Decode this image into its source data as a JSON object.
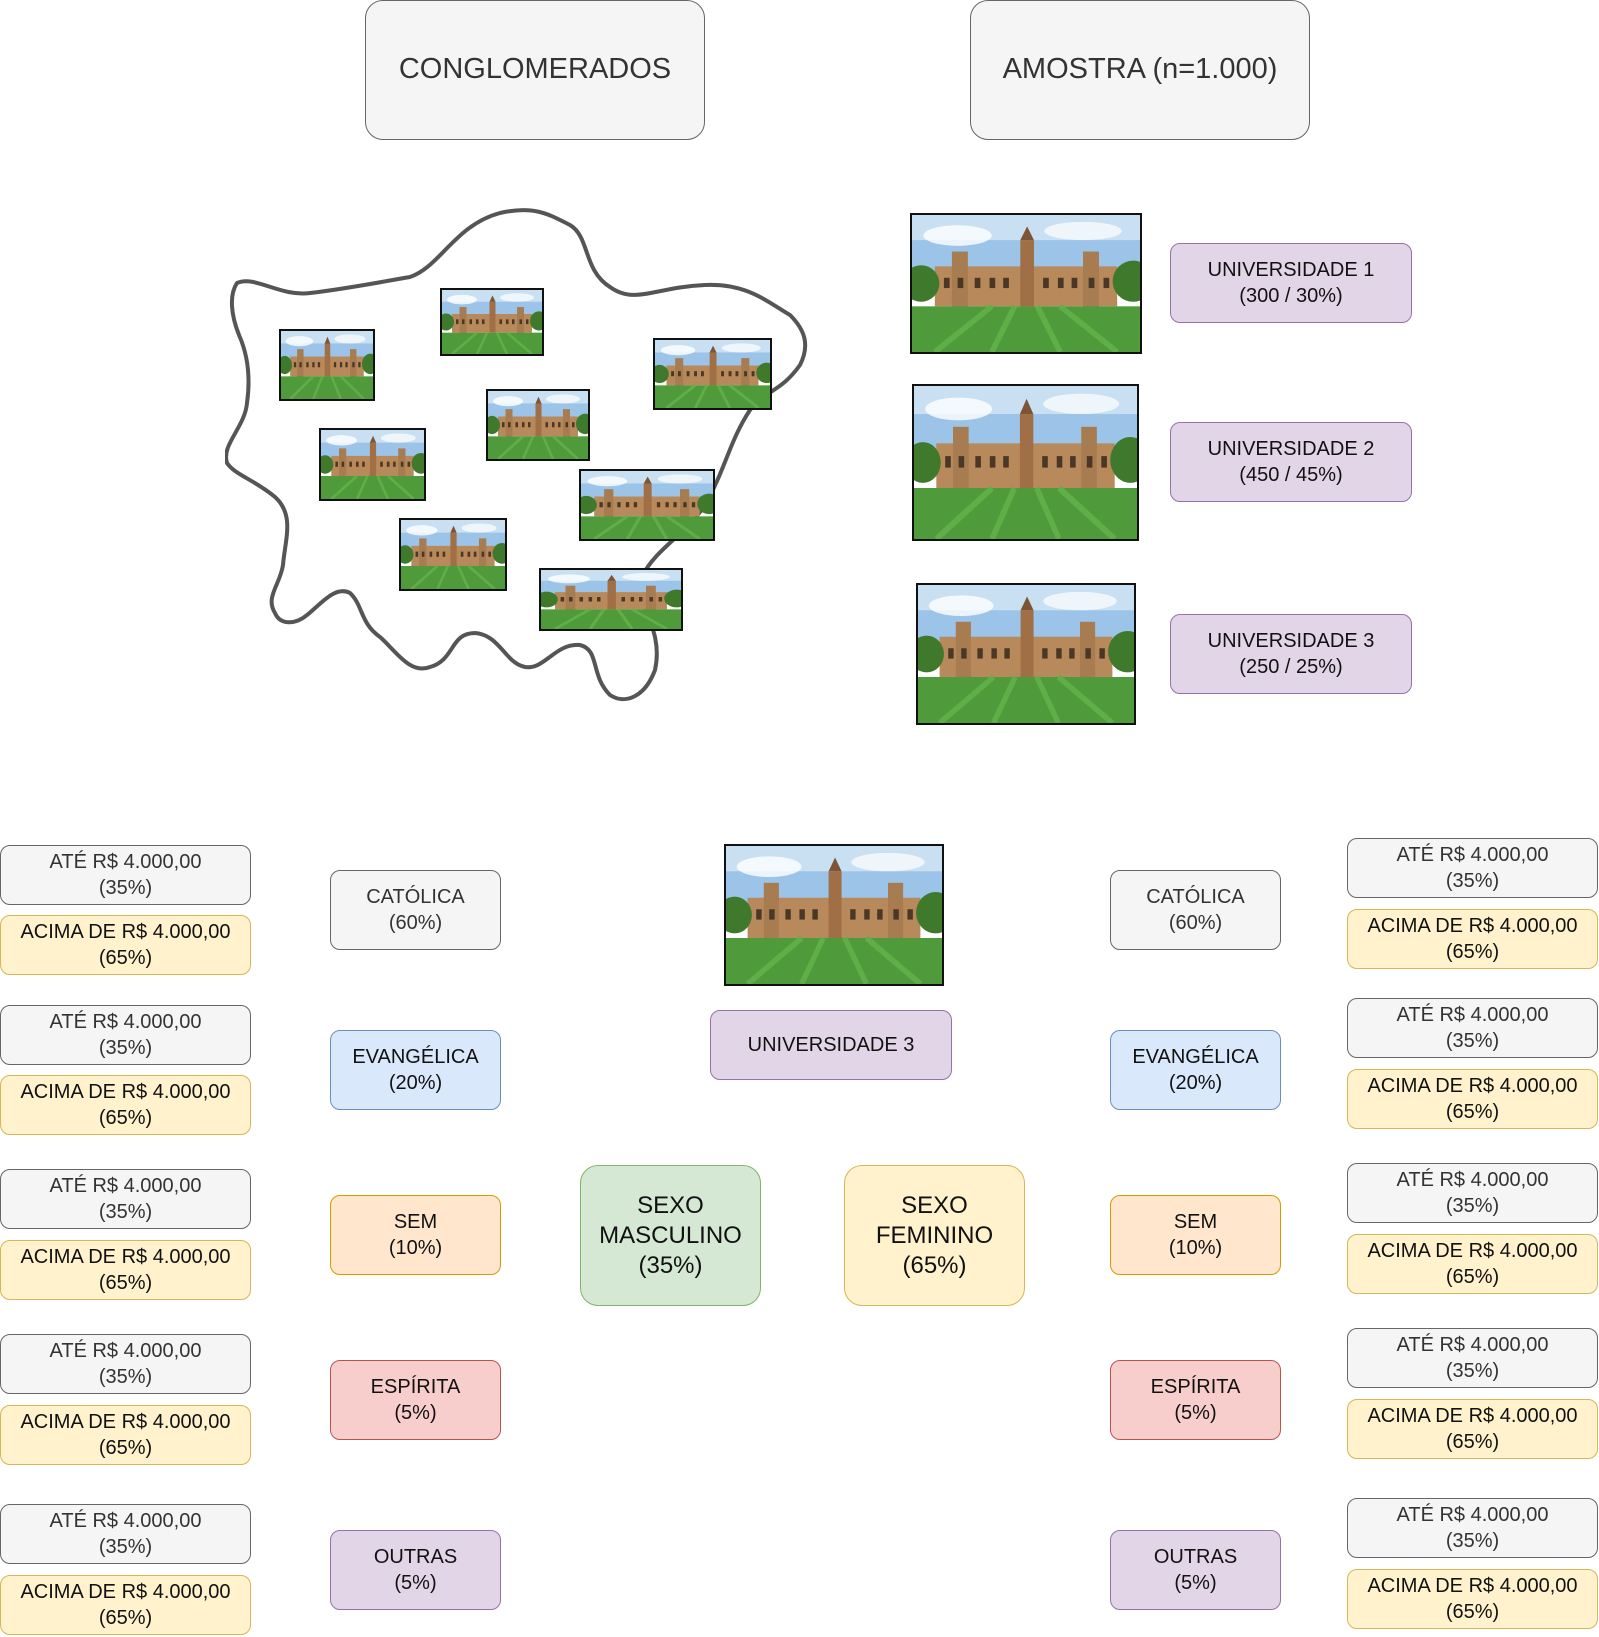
{
  "headers": {
    "conglomerados": "CONGLOMERADOS",
    "amostra": "AMOSTRA (n=1.000)"
  },
  "universities": [
    {
      "name": "UNIVERSIDADE 1",
      "detail": "(300 / 30%)"
    },
    {
      "name": "UNIVERSIDADE 2",
      "detail": "(450 / 45%)"
    },
    {
      "name": "UNIVERSIDADE 3",
      "detail": "(250 / 25%)"
    }
  ],
  "selected_university": "UNIVERSIDADE 3",
  "sexo": {
    "masculino": {
      "line1": "SEXO",
      "line2": "MASCULINO",
      "pct": "(35%)"
    },
    "feminino": {
      "line1": "SEXO",
      "line2": "FEMININO",
      "pct": "(65%)"
    }
  },
  "religions": [
    {
      "name": "CATÓLICA",
      "pct": "(60%)"
    },
    {
      "name": "EVANGÉLICA",
      "pct": "(20%)"
    },
    {
      "name": "SEM",
      "pct": "(10%)"
    },
    {
      "name": "ESPÍRITA",
      "pct": "(5%)"
    },
    {
      "name": "OUTRAS",
      "pct": "(5%)"
    }
  ],
  "income": {
    "low": {
      "label": "ATÉ R$ 4.000,00",
      "pct": "(35%)"
    },
    "high": {
      "label": "ACIMA DE R$ 4.000,00",
      "pct": "(65%)"
    }
  },
  "colors": {
    "grey": "#f5f5f5",
    "purple": "#e1d5e7",
    "blue": "#dae8fc",
    "orange": "#ffe6cc",
    "red": "#f8cecc",
    "green": "#d5e8d4",
    "yellow": "#fff2cc"
  },
  "icons": [
    "university-campus-photo",
    "region-map-outline"
  ]
}
